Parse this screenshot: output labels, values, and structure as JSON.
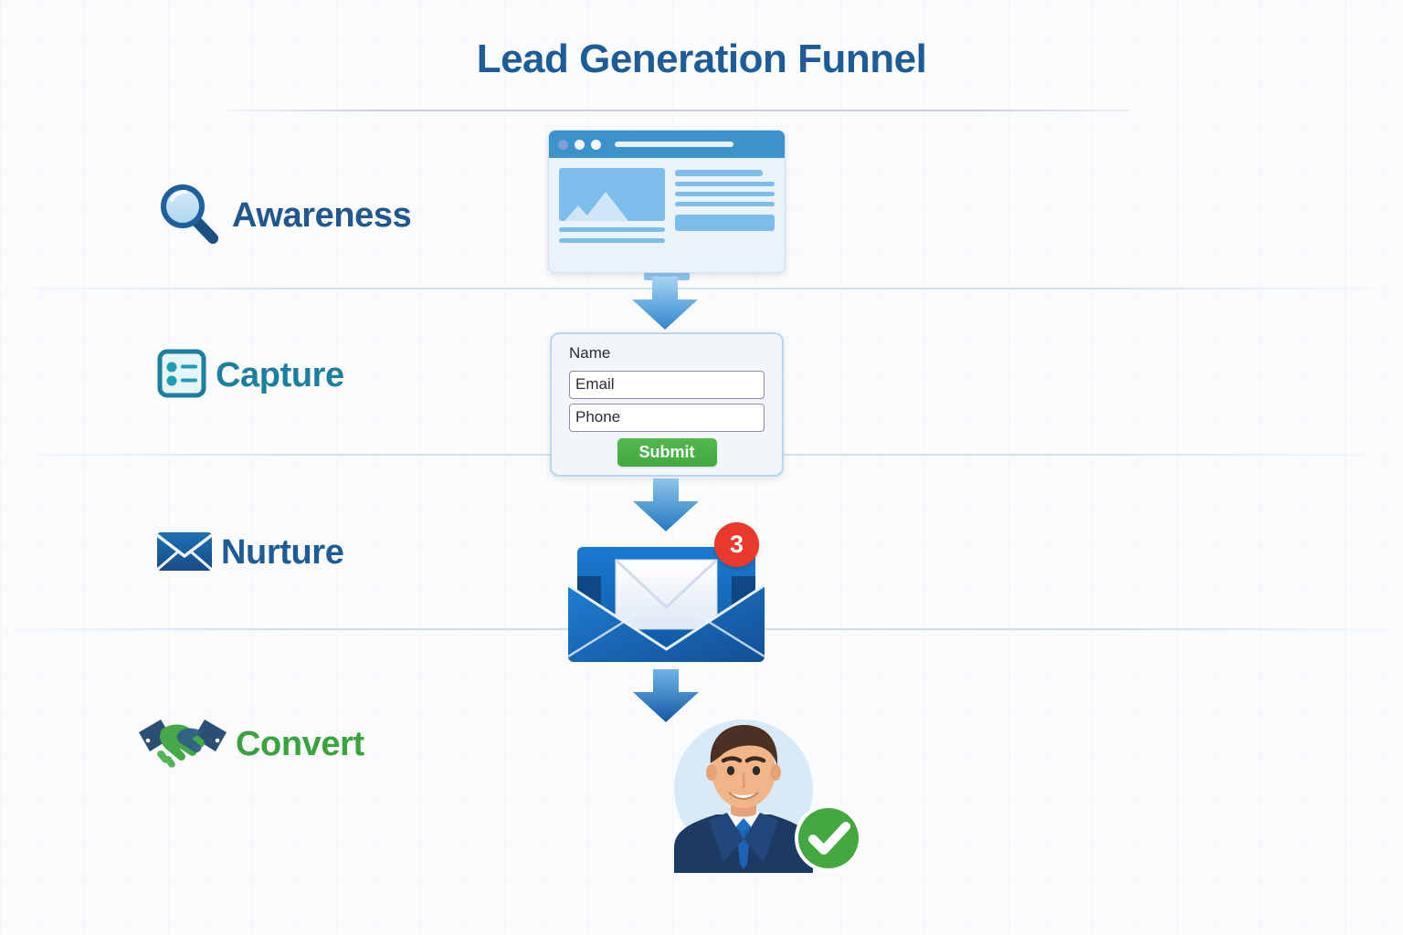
{
  "page": {
    "title": "Lead Generation Funnel",
    "background_color": "#fafbfc",
    "title_color": "#1d5c97"
  },
  "stages": [
    {
      "key": "awareness",
      "label": "Awareness",
      "icon": "magnifier-icon",
      "color": "#21578f"
    },
    {
      "key": "capture",
      "label": "Capture",
      "icon": "form-list-icon",
      "color": "#1d7fa0"
    },
    {
      "key": "nurture",
      "label": "Nurture",
      "icon": "envelope-icon",
      "color": "#1d5c97"
    },
    {
      "key": "convert",
      "label": "Convert",
      "icon": "handshake-icon",
      "color": "#3aa33e"
    }
  ],
  "browser_mockup": {
    "icon": "browser-window-icon",
    "dots": [
      "dot-1",
      "dot-2",
      "dot-3"
    ],
    "address_bar": "address-bar",
    "hero_image": "image-placeholder-icon",
    "cta_block": "cta-button-block"
  },
  "lead_form": {
    "name_label": "Name",
    "email_value": "Email",
    "phone_value": "Phone",
    "submit_label": "Submit",
    "submit_color": "#4aaf45"
  },
  "email_stage": {
    "icon": "open-envelope-icon",
    "badge_count": "3",
    "badge_color": "#e8392c"
  },
  "convert_stage": {
    "icon": "businessman-avatar-icon",
    "check_icon": "green-check-badge-icon",
    "check_color": "#3aa33e"
  },
  "arrows": [
    {
      "name": "arrow-awareness-to-capture"
    },
    {
      "name": "arrow-capture-to-nurture"
    },
    {
      "name": "arrow-nurture-to-convert"
    }
  ]
}
